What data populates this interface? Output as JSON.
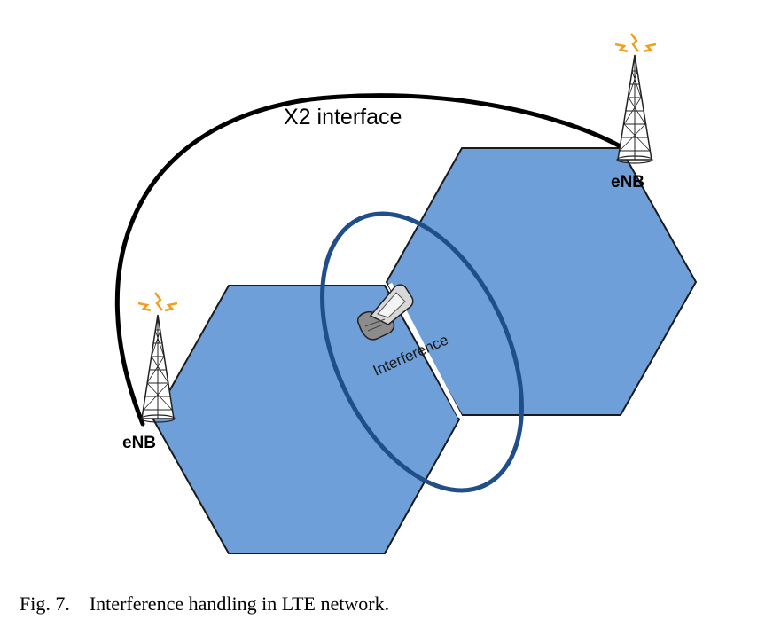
{
  "diagram": {
    "x2_label": "X2 interface",
    "enb_left_label": "eNB",
    "enb_right_label": "eNB",
    "interference_label": "Interference",
    "colors": {
      "cell_fill": "#6f9fd8",
      "cell_stroke": "#1a1a1a",
      "ellipse_stroke": "#1f4e89",
      "link_stroke": "#000000",
      "signal": "#f0a020"
    }
  },
  "caption": {
    "label": "Fig. 7.",
    "text": "Interference handling in LTE network."
  }
}
